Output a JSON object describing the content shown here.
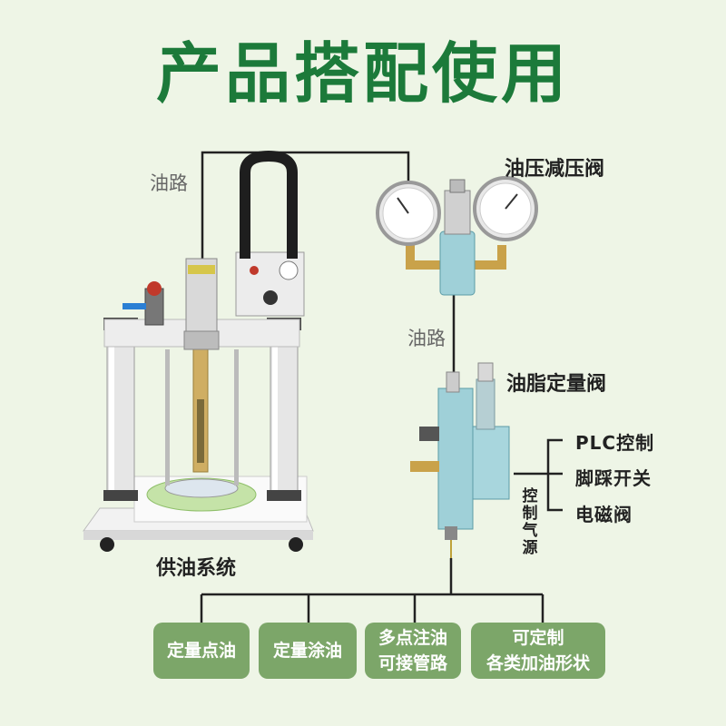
{
  "title": "产品搭配使用",
  "labels": {
    "oil_line_top": "油路",
    "oil_line_mid": "油路",
    "pressure_valve": "油压减压阀",
    "metering_valve": "油脂定量阀",
    "supply_system": "供油系统",
    "control_air": "控制气源"
  },
  "controls": [
    "PLC控制",
    "脚踩开关",
    "电磁阀"
  ],
  "applications": [
    {
      "line1": "定量点油",
      "line2": ""
    },
    {
      "line1": "定量涂油",
      "line2": ""
    },
    {
      "line1": "多点注油",
      "line2": "可接管路"
    },
    {
      "line1": "可定制",
      "line2": "各类加油形状"
    }
  ],
  "colors": {
    "title": "#1c7a3a",
    "pill": "#7ca669",
    "background": "#eef5e6",
    "valve_body": "#9fd0d8"
  }
}
